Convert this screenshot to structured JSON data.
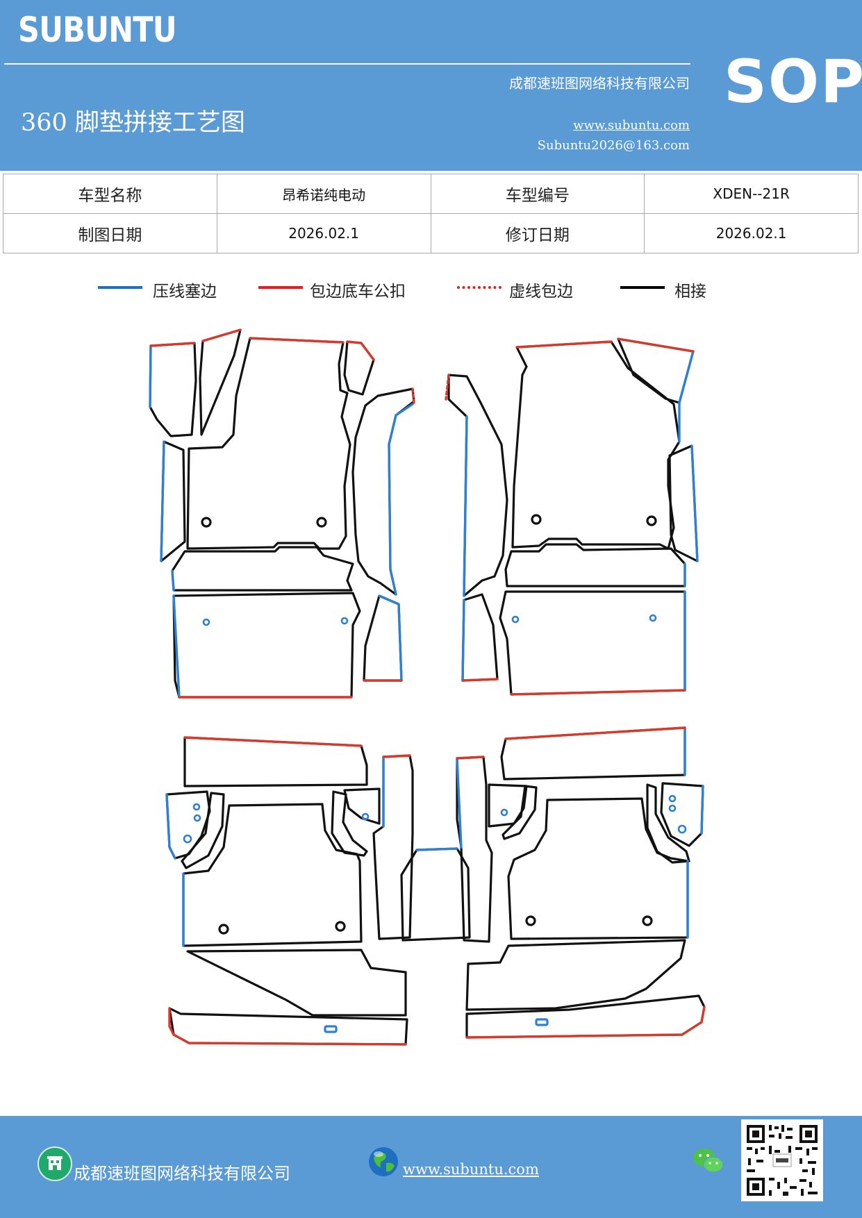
{
  "header": {
    "brand": "SUBUNTU",
    "company": "成都速班图网络科技有限公司",
    "title": "360 脚垫拼接工艺图",
    "website": "www.subuntu.com",
    "email": "Subuntu2026@163.com",
    "badge": "SOP"
  },
  "info_table": {
    "model_name_label": "车型名称",
    "model_name_value": "昂希诺纯电动",
    "model_code_label": "车型编号",
    "model_code_value": "XDEN--21R",
    "draw_date_label": "制图日期",
    "draw_date_value": "2026.02.1",
    "revise_date_label": "修订日期",
    "revise_date_value": "2026.02.1"
  },
  "legend": [
    {
      "label": "压线塞边",
      "color": "#1f6fbf",
      "style": "solid"
    },
    {
      "label": "包边底车公扣",
      "color": "#e02020",
      "style": "solid"
    },
    {
      "label": "虚线包边",
      "color": "#e02020",
      "style": "dotted"
    },
    {
      "label": "相接",
      "color": "#000000",
      "style": "solid"
    }
  ],
  "colors": {
    "header_bg": "#5b9bd5",
    "blue_edge": "#2f80d0",
    "red_edge": "#d63a2c",
    "black_edge": "#111111"
  },
  "footer": {
    "company": "成都速班图网络科技有限公司",
    "website": "www.subuntu.com",
    "icons": [
      "building-icon",
      "globe-icon",
      "wechat-icon",
      "qr-code"
    ]
  }
}
